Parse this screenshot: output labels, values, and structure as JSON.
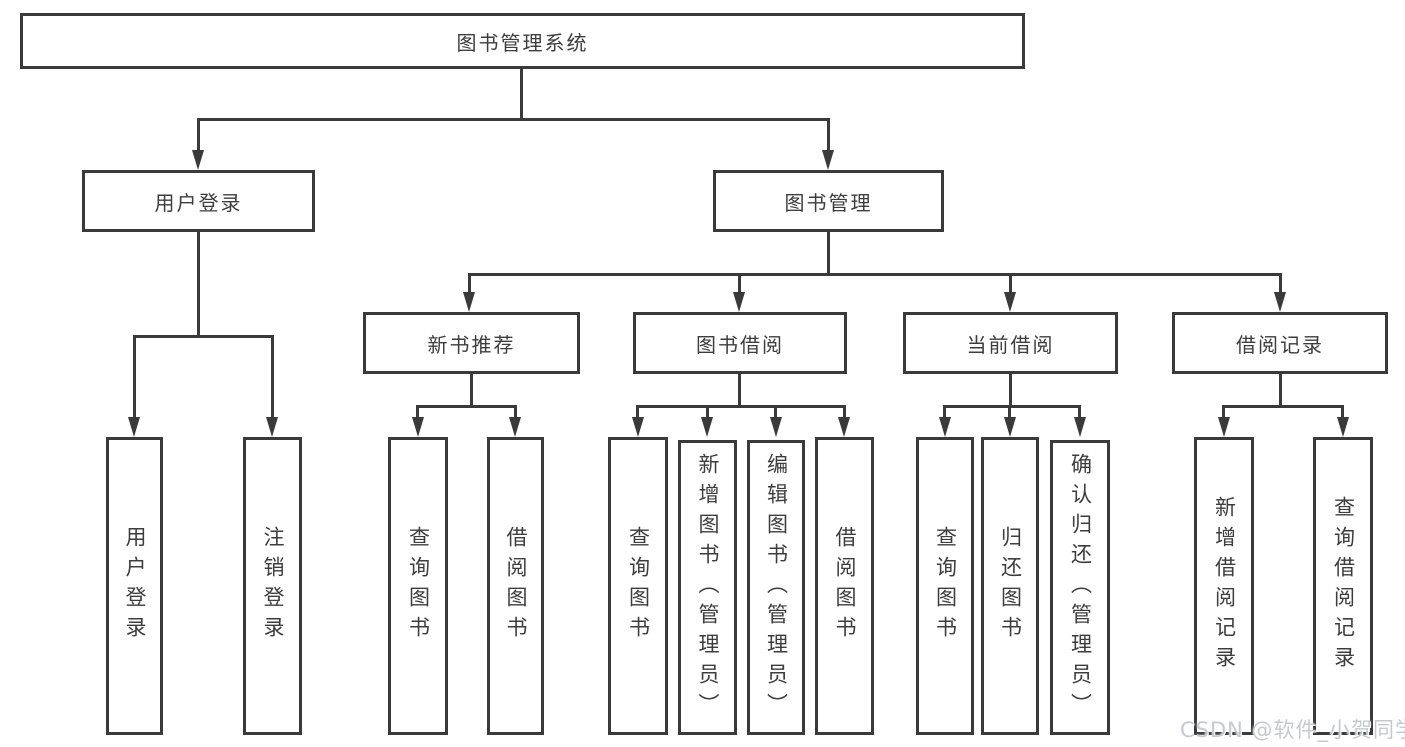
{
  "tree": {
    "label": "图书管理系统",
    "children": [
      {
        "label": "用户登录",
        "children": [
          {
            "label": "用户登录"
          },
          {
            "label": "注销登录"
          }
        ]
      },
      {
        "label": "图书管理",
        "children": [
          {
            "label": "新书推荐",
            "children": [
              {
                "label": "查询图书"
              },
              {
                "label": "借阅图书"
              }
            ]
          },
          {
            "label": "图书借阅",
            "children": [
              {
                "label": "查询图书"
              },
              {
                "label": "新增图书（管理员）"
              },
              {
                "label": "编辑图书（管理员）"
              },
              {
                "label": "借阅图书"
              }
            ]
          },
          {
            "label": "当前借阅",
            "children": [
              {
                "label": "查询图书"
              },
              {
                "label": "归还图书"
              },
              {
                "label": "确认归还（管理员）"
              }
            ]
          },
          {
            "label": "借阅记录",
            "children": [
              {
                "label": "新增借阅记录"
              },
              {
                "label": "查询借阅记录"
              }
            ]
          }
        ]
      }
    ]
  },
  "watermark": {
    "text": "CSDN @软件_小贺同学"
  },
  "colors": {
    "line": "#3a3a3a",
    "text": "#3d3d3d",
    "watermark": "#c6c9ce",
    "background": "#ffffff"
  }
}
